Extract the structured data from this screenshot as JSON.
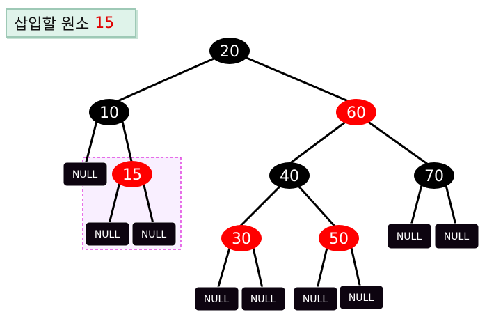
{
  "header": {
    "title": "삽입할 원소",
    "value": "15"
  },
  "colors": {
    "black_node": "#000000",
    "red_node": "#ff0000",
    "null_fill": "#0d0410",
    "highlight_border": "#e040e0",
    "highlight_fill": "#f9efff",
    "title_bg": "#dff3ea"
  },
  "tree": {
    "nodes": [
      {
        "id": "n20",
        "label": "20",
        "color": "black"
      },
      {
        "id": "n10",
        "label": "10",
        "color": "black"
      },
      {
        "id": "n60",
        "label": "60",
        "color": "red"
      },
      {
        "id": "n15",
        "label": "15",
        "color": "red"
      },
      {
        "id": "n40",
        "label": "40",
        "color": "black"
      },
      {
        "id": "n70",
        "label": "70",
        "color": "black"
      },
      {
        "id": "n30",
        "label": "30",
        "color": "red"
      },
      {
        "id": "n50",
        "label": "50",
        "color": "red"
      }
    ],
    "null_label": "NULL"
  }
}
